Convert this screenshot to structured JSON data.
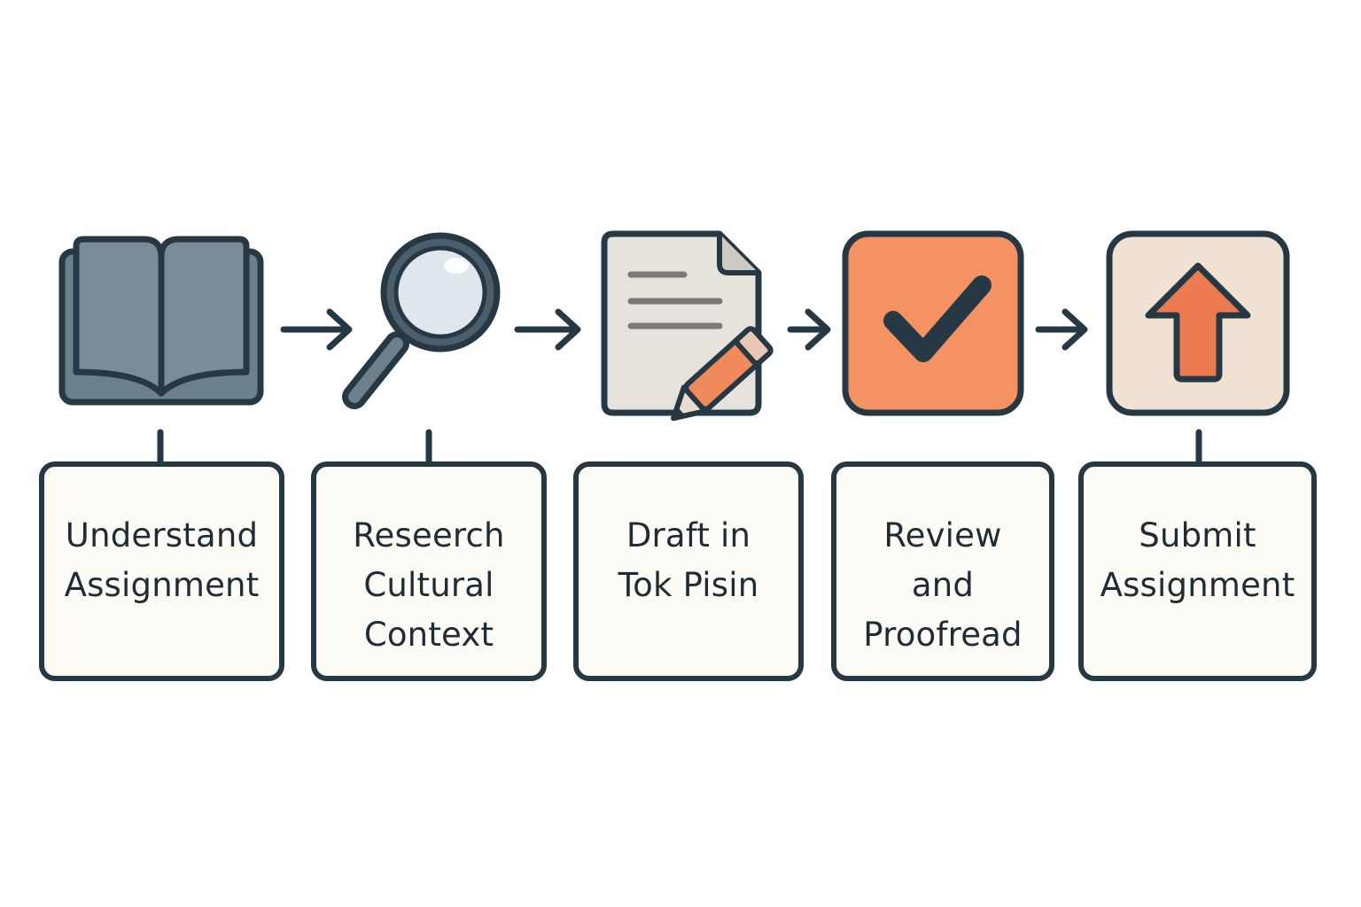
{
  "steps": [
    {
      "label": "Understand\nAssignment",
      "icon": "open-book-icon"
    },
    {
      "label": "Reseerch\nCultural\nContext",
      "icon": "magnifying-glass-icon"
    },
    {
      "label": "Draft in\nTok Pisin",
      "icon": "document-pencil-icon"
    },
    {
      "label": "Review\nand\nProofread",
      "icon": "checkmark-icon"
    },
    {
      "label": "Submit\nAssignment",
      "icon": "upload-arrow-icon"
    }
  ],
  "colors": {
    "outline": "#253843",
    "book_fill": "#7a8c99",
    "lens_fill": "#dfe7ec",
    "paper_fill": "#e6e3dd",
    "accent_orange": "#f08a5b",
    "check_fill": "#f59263",
    "upload_fill": "#efe2d2",
    "box_fill": "#fcfbf6"
  }
}
